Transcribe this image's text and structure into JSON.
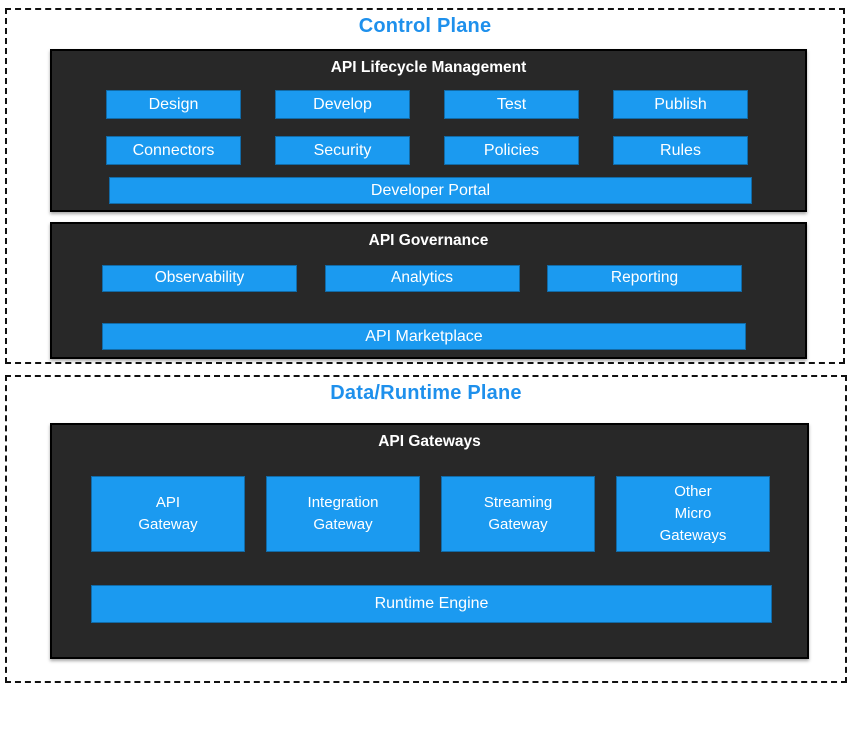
{
  "colors": {
    "accent_blue": "#1b9af0",
    "title_blue": "#1e90ec",
    "panel_dark": "#282828",
    "dashed_border": "#111111",
    "background": "#ffffff",
    "node_text": "#ffffff"
  },
  "control_plane": {
    "title": "Control Plane",
    "lifecycle": {
      "title": "API Lifecycle Management",
      "row1": [
        "Design",
        "Develop",
        "Test",
        "Publish"
      ],
      "row2": [
        "Connectors",
        "Security",
        "Policies",
        "Rules"
      ],
      "portal": "Developer Portal"
    },
    "governance": {
      "title": "API Governance",
      "row": [
        "Observability",
        "Analytics",
        "Reporting"
      ],
      "marketplace": "API Marketplace"
    }
  },
  "data_plane": {
    "title": "Data/Runtime Plane",
    "gateways": {
      "title": "API Gateways",
      "boxes": [
        "API\nGateway",
        "Integration\nGateway",
        "Streaming\nGateway",
        "Other\nMicro\nGateways"
      ],
      "engine": "Runtime Engine"
    }
  }
}
